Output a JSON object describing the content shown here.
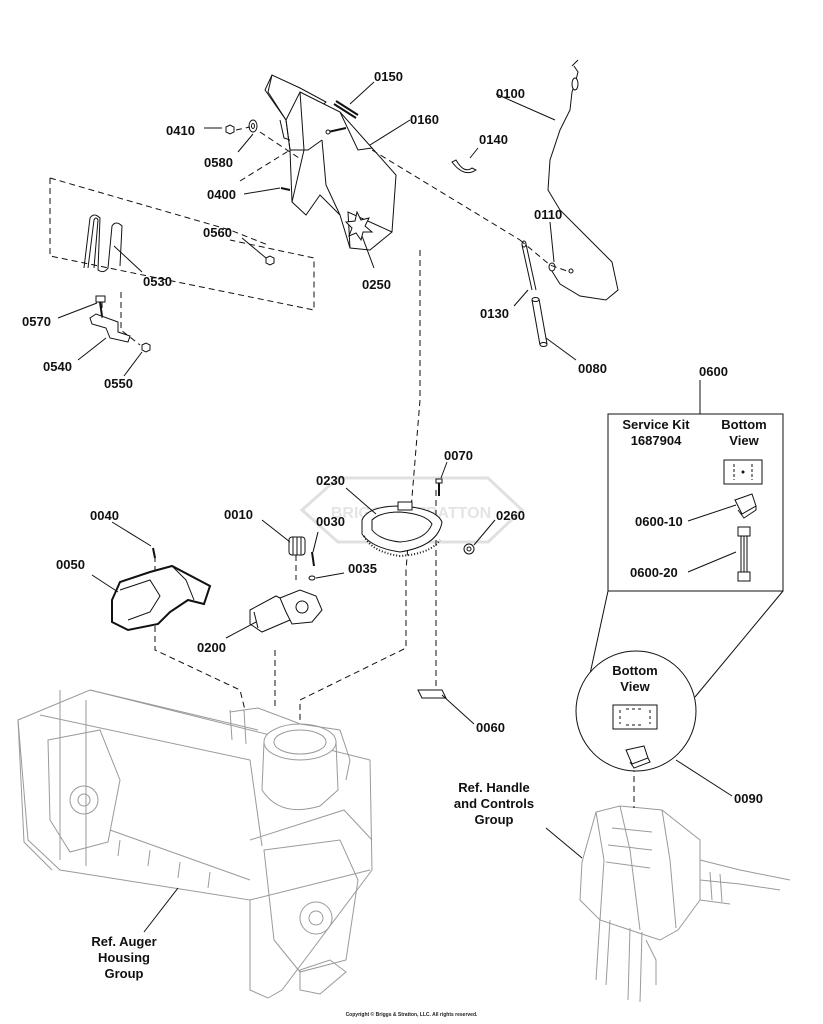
{
  "callouts": {
    "c0150": "0150",
    "c0100": "0100",
    "c0410": "0410",
    "c0160": "0160",
    "c0580": "0580",
    "c0140": "0140",
    "c0400": "0400",
    "c0560": "0560",
    "c0110": "0110",
    "c0530": "0530",
    "c0250": "0250",
    "c0570": "0570",
    "c0130": "0130",
    "c0540": "0540",
    "c0080": "0080",
    "c0550": "0550",
    "c0600": "0600",
    "c0070": "0070",
    "c0230": "0230",
    "c0040": "0040",
    "c0010": "0010",
    "c0260": "0260",
    "c0030": "0030",
    "c0600_10": "0600-10",
    "c0050": "0050",
    "c0035": "0035",
    "c0600_20": "0600-20",
    "c0200": "0200",
    "c0060": "0060",
    "c0090": "0090"
  },
  "service_kit": {
    "line1": "Service Kit",
    "line2": "1687904"
  },
  "bottom_view_kit": {
    "line1": "Bottom",
    "line2": "View"
  },
  "bottom_view_circle": {
    "line1": "Bottom",
    "line2": "View"
  },
  "ref_handle": {
    "line1": "Ref. Handle",
    "line2": "and Controls",
    "line3": "Group"
  },
  "ref_auger": {
    "line1": "Ref. Auger",
    "line2": "Housing",
    "line3": "Group"
  },
  "watermark": "BRIGGS&STRATTON",
  "copyright": "Copyright © Briggs & Stratton, LLC. All rights reserved."
}
